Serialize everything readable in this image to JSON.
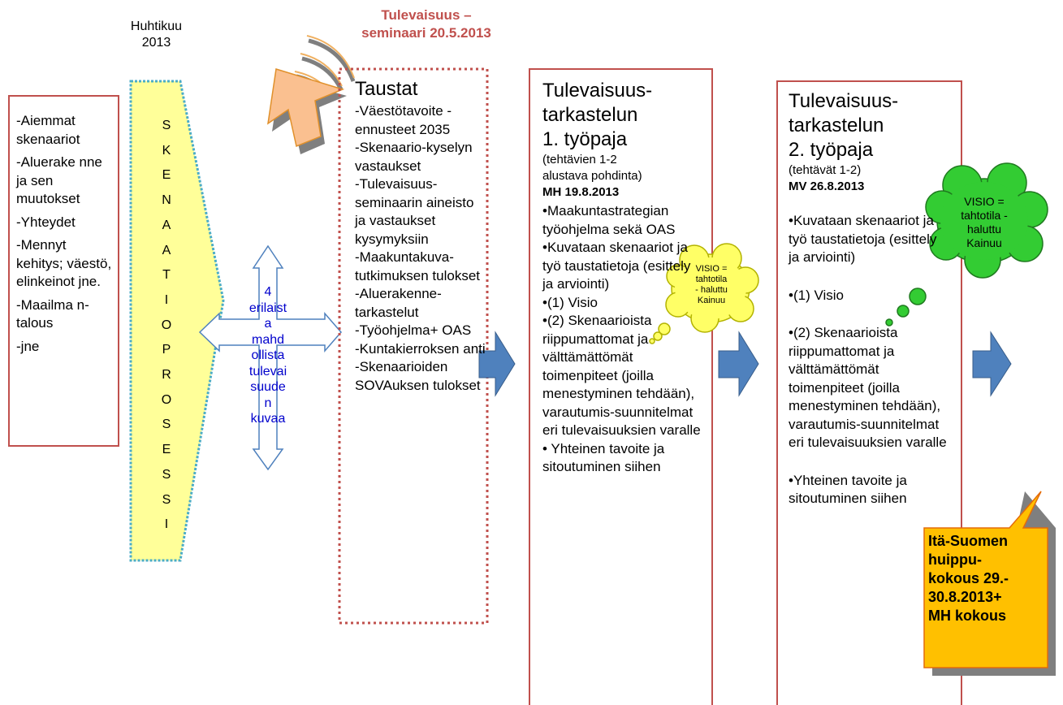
{
  "header": {
    "date_label": "Huhtikuu\n2013",
    "seminar_title": "Tulevaisuus –\nseminaari 20.5.2013"
  },
  "left_box": {
    "items": [
      "Aiemmat skenaariot",
      "Aluerake nne ja sen muutokset",
      "Yhteydet",
      "Mennyt kehitys; väestö, elinkeinot jne.",
      "Maailma n-talous",
      "jne"
    ]
  },
  "process": {
    "letters": [
      "S",
      "K",
      "E",
      "N",
      "A",
      "A",
      "T",
      "I",
      "O",
      "P",
      "R",
      "O",
      "S",
      "E",
      "S",
      "S",
      "I"
    ]
  },
  "arrow_cross": {
    "text": "4\nerilaist\na\nmahd\nollista\ntulevai\nsuude\nn\nkuvaa"
  },
  "taustat": {
    "title": "Taustat",
    "items": [
      "Väestötavoite -ennusteet 2035",
      "Skenaario-kyselyn vastaukset",
      "Tulevaisuus-seminaarin aineisto ja vastaukset kysymyksiin",
      "Maakuntakuva-tutkimuksen tulokset",
      "Aluerakenne-tarkastelut",
      "Työohjelma+ OAS",
      "Kuntakierroksen anti",
      "Skenaarioiden SOVAuksen tulokset"
    ]
  },
  "workshop1": {
    "title": "Tulevaisuus-\ntarkastelun\n1. työpaja",
    "subtitle": "(tehtävien 1-2\nalustava pohdinta)",
    "date": "MH 19.8.2013",
    "bullets": [
      "Maakuntastrategian työohjelma sekä OAS",
      "Kuvataan skenaariot ja työ taustatietoja (esittely ja arviointi)",
      "(1) Visio",
      "(2) Skenaarioista riippumattomat ja välttämättömät toimenpiteet (joilla menestyminen tehdään), varautumis-suunnitelmat eri tulevaisuuksien varalle",
      " Yhteinen tavoite ja sitoutuminen siihen"
    ]
  },
  "workshop2": {
    "title": "Tulevaisuus-\ntarkastelun\n2. työpaja",
    "subtitle": "(tehtävät 1-2)",
    "date": "MV 26.8.2013",
    "bullets": [
      "Kuvataan skenaariot ja työ taustatietoja (esittely ja arviointi)",
      "(1) Visio",
      "(2) Skenaarioista riippumattomat ja välttämättömät toimenpiteet (joilla menestyminen tehdään), varautumis-suunnitelmat eri tulevaisuuksien varalle",
      "Yhteinen tavoite ja sitoutuminen siihen"
    ]
  },
  "cloud_yellow": {
    "text": "VISIO =\ntahtotila\n- haluttu\nKainuu"
  },
  "cloud_green": {
    "text": "VISIO =\ntahtotila -\nhaluttu\nKainuu"
  },
  "callout": {
    "text": "Itä-Suomen\nhuippu-\nkokous 29.-\n30.8.2013+\nMH kokous"
  },
  "colors": {
    "box_border": "#c0504d",
    "seminar_red": "#c0504d",
    "arrow_blue": "#4f81bd",
    "yellow_fill": "#ffff99",
    "green_fill": "#33cc33",
    "callout_fill": "#ffc000",
    "cross_text_blue": "#0000cc"
  }
}
